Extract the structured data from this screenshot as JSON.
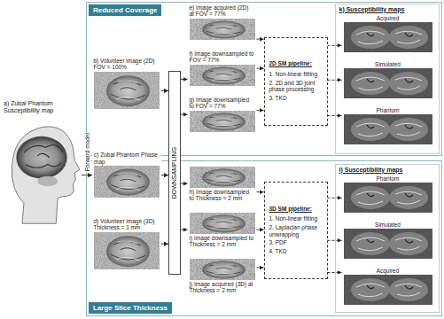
{
  "diagram": {
    "nodes": [
      {
        "text": [
          "a) Zubal Phantom Susceptibility map"
        ]
      },
      {
        "text": [
          "Reduced Coverage"
        ]
      },
      {
        "text": [
          "b) Volunteer image (2D) FOV = 100%"
        ],
        "in": 1
      },
      {
        "text": [
          "c) Zubal Phantom Phase map"
        ]
      },
      {
        "text": [
          "DOWNSAMPLING"
        ]
      },
      {
        "text": [
          "e) Image acquired (2D) at FOV = 77%"
        ],
        "in": 1
      },
      {
        "text": [
          "f) Image downsampled to FOV = 77%"
        ],
        "in": 1
      },
      {
        "text": [
          "g) Image downsampled to FOV = 77%"
        ],
        "in": 1
      },
      {
        "text": [
          "2D SM pipeline:",
          "1. Non-linear fitting",
          "2. 2D and 3D joint phase processing",
          "3. TKD"
        ],
        "in": 1
      },
      {
        "text": [
          "k) Susceptibility maps"
        ],
        "in": 1
      },
      {
        "text": [
          "Acquired"
        ],
        "in": 9
      },
      {
        "text": [
          "Simulated"
        ],
        "in": 9
      },
      {
        "text": [
          "Phantom"
        ],
        "in": 9
      },
      {
        "text": [
          "Large Slice Thickness"
        ]
      },
      {
        "text": [
          "d) Volunteer image (3D) Thickness = 1 mm"
        ],
        "in": 13
      },
      {
        "text": [
          "h) Image downsampled to Thickness = 2 mm"
        ],
        "in": 13
      },
      {
        "text": [
          "i) Image downsampled to Thickness = 2 mm"
        ],
        "in": 13
      },
      {
        "text": [
          "j) Image acquired (3D) at Thickness = 2 mm"
        ],
        "in": 13
      },
      {
        "text": [
          "3D SM pipeline:",
          "1. Non-linear fitting",
          "2. Laplacian phase unwrapping",
          "3. PDF",
          "4. TKD"
        ],
        "in": 13
      },
      {
        "text": [
          "l) Susceptibility maps"
        ],
        "in": 13
      },
      {
        "text": [
          "Phantom"
        ],
        "in": 19
      },
      {
        "text": [
          "Simulated"
        ],
        "in": 19
      },
      {
        "text": [
          "Acquired"
        ],
        "in": 19
      }
    ],
    "edges": [
      {
        "from": 0,
        "to": 3,
        "label": "Forward model",
        "arrow": "to"
      },
      {
        "from": 2,
        "to": 4,
        "arrow": "to"
      },
      {
        "from": 3,
        "to": 4,
        "arrow": "to"
      },
      {
        "from": 14,
        "to": 4,
        "arrow": "to"
      },
      {
        "from": 4,
        "to": 6,
        "arrow": "to"
      },
      {
        "from": 4,
        "to": 7,
        "arrow": "to"
      },
      {
        "from": 4,
        "to": 15,
        "arrow": "to"
      },
      {
        "from": 4,
        "to": 16,
        "arrow": "to"
      },
      {
        "from": 5,
        "to": 8,
        "arrow": "to"
      },
      {
        "from": 6,
        "to": 8,
        "arrow": "to"
      },
      {
        "from": 7,
        "to": 8,
        "arrow": "to"
      },
      {
        "from": 8,
        "to": 10,
        "arrow": "to"
      },
      {
        "from": 8,
        "to": 11,
        "arrow": "to"
      },
      {
        "from": 8,
        "to": 12,
        "arrow": "to"
      },
      {
        "from": 15,
        "to": 18,
        "arrow": "to"
      },
      {
        "from": 16,
        "to": 18,
        "arrow": "to"
      },
      {
        "from": 17,
        "to": 18,
        "arrow": "to"
      },
      {
        "from": 18,
        "to": 20,
        "arrow": "to"
      },
      {
        "from": 18,
        "to": 21,
        "arrow": "to"
      },
      {
        "from": 18,
        "to": 22,
        "arrow": "to"
      }
    ]
  }
}
